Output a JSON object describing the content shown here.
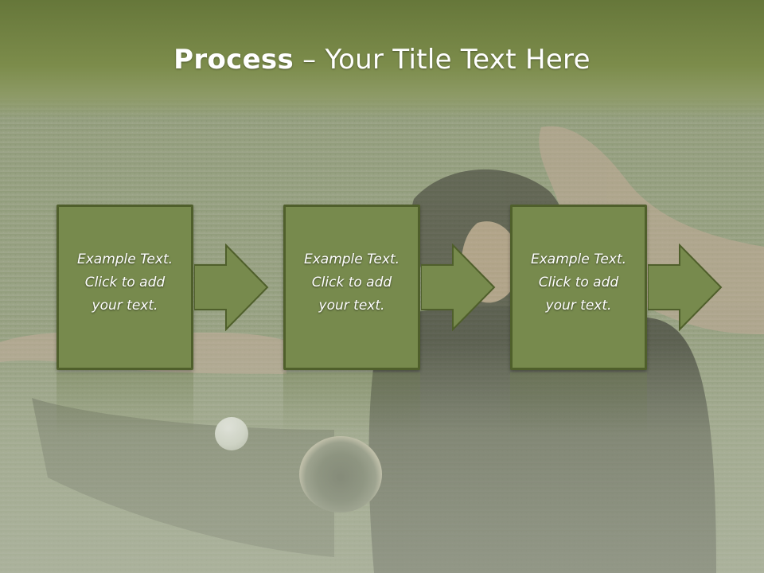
{
  "title": {
    "bold": "Process",
    "rest": " – Your Title Text Here"
  },
  "steps": [
    {
      "lines": [
        "Example Text.",
        "Click  to add",
        "your text."
      ]
    },
    {
      "lines": [
        "Example Text.",
        "Click  to add",
        "your text."
      ]
    },
    {
      "lines": [
        "Example Text.",
        "Click  to add",
        "your text."
      ]
    }
  ],
  "colors": {
    "title_band": "#66773a",
    "box_fill": "#778a4d",
    "box_border": "#4f5f2b",
    "arrow_fill": "#778a4d",
    "text": "#ffffff"
  }
}
